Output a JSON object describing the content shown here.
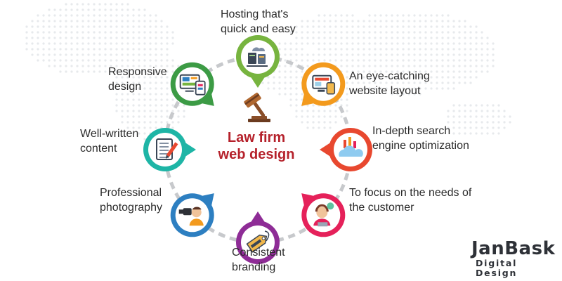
{
  "center": {
    "line1": "Law firm",
    "line2": "web design",
    "color": "#b5212b",
    "icon": "gavel-icon"
  },
  "nodes": [
    {
      "id": "hosting",
      "label": "Hosting that's\nquick and easy",
      "color": "#77b43f",
      "icon": "server-cloud-icon"
    },
    {
      "id": "layout",
      "label": "An eye-catching\nwebsite layout",
      "color": "#f39a1d",
      "icon": "devices-icon"
    },
    {
      "id": "seo",
      "label": "In-depth search\nengine optimization",
      "color": "#e8482f",
      "icon": "seo-cloud-icon"
    },
    {
      "id": "customer",
      "label": "To focus on the needs of\nthe customer",
      "color": "#e5215a",
      "icon": "support-agent-icon"
    },
    {
      "id": "branding",
      "label": "Consistent\nbranding",
      "color": "#8e2c96",
      "icon": "brand-tag-icon"
    },
    {
      "id": "photography",
      "label": "Professional\nphotography",
      "color": "#2d7fc1",
      "icon": "photographer-icon"
    },
    {
      "id": "content",
      "label": "Well-written\ncontent",
      "color": "#1eb5a6",
      "icon": "document-pen-icon"
    },
    {
      "id": "responsive",
      "label": "Responsive\ndesign",
      "color": "#3c9b45",
      "icon": "responsive-screens-icon"
    }
  ],
  "logo": {
    "main": "JanBask",
    "sub": "Digital Design"
  }
}
